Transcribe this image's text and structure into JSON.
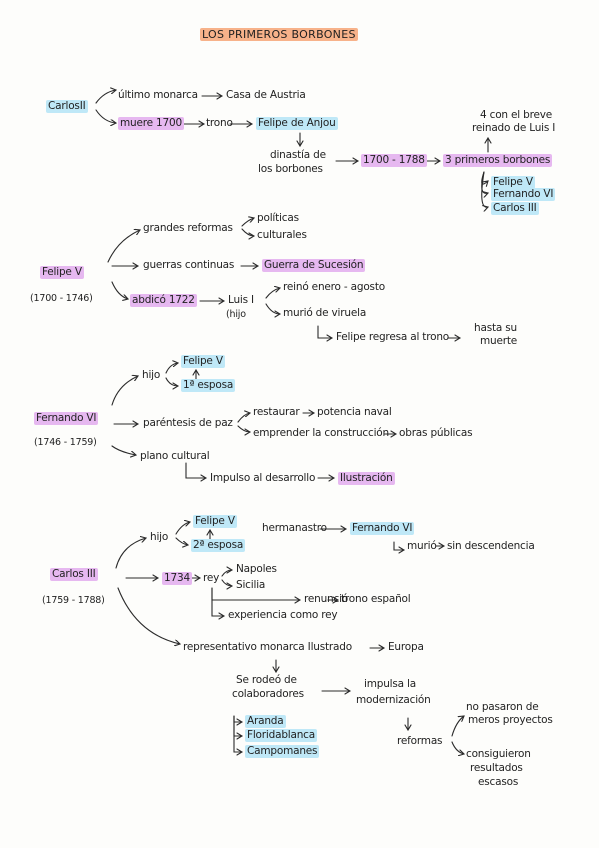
{
  "title": "LOS PRIMEROS BORBONES",
  "colors": {
    "orange": "#f7b28a",
    "blue": "#bfe8f7",
    "pink": "#e6b8f0"
  },
  "carlos2": {
    "name": "CarlosII",
    "ultimo": "último monarca",
    "casa": "Casa de Austria",
    "muere": "muere 1700",
    "trono": "trono",
    "felipe_anjou": "Felipe de Anjou",
    "dinastia1": "dinastía de",
    "dinastia2": "los borbones",
    "periodo": "1700 - 1788",
    "tres": "3 primeros borbones",
    "breve1": "4 con el breve",
    "breve2": "reinado de Luis I",
    "reyes": [
      "Felipe V",
      "Fernando VI",
      "Carlos III"
    ]
  },
  "felipe5": {
    "name": "Felipe V",
    "dates": "(1700 - 1746)",
    "reformas": "grandes reformas",
    "politicas": "políticas",
    "culturales": "culturales",
    "guerras": "guerras continuas",
    "guerra_sucesion": "Guerra de Sucesión",
    "abdico": "abdicó 1722",
    "luis": "Luis I",
    "hijo": "(hijo",
    "reino": "reinó enero - agosto",
    "murio": "murió de viruela",
    "regresa": "Felipe regresa al trono",
    "hasta1": "hasta su",
    "hasta2": "muerte"
  },
  "fernando6": {
    "name": "Fernando VI",
    "dates": "(1746 - 1759)",
    "hijo": "hijo",
    "felipe": "Felipe V",
    "esposa": "1ª esposa",
    "parentesis": "paréntesis de paz",
    "restaurar": "restaurar",
    "potencia": "potencia naval",
    "emprender": "emprender la construcción",
    "obras": "obras públicas",
    "plano": "plano cultural",
    "impulso": "Impulso al desarrollo",
    "ilustracion": "Ilustración"
  },
  "carlos3": {
    "name": "Carlos III",
    "dates": "(1759 - 1788)",
    "hijo": "hijo",
    "felipe": "Felipe V",
    "esposa": "2ª esposa",
    "hermanastro": "hermanastro",
    "fernando": "Fernando VI",
    "murio": "murió",
    "sin": "sin descendencia",
    "anio": "1734",
    "rey": "rey",
    "napoles": "Napoles",
    "sicilia": "Sicilia",
    "renuncio": "renunció",
    "trono": "trono español",
    "experiencia": "experiencia como rey",
    "representativo": "representativo monarca Ilustrado",
    "europa": "Europa",
    "rodeo1": "Se rodeó de",
    "rodeo2": "colaboradores",
    "colaboradores": [
      "Aranda",
      "Floridablanca",
      "Campomanes"
    ],
    "impulsa1": "impulsa la",
    "impulsa2": "modernización",
    "reformas": "reformas",
    "nopasaron1": "no pasaron de",
    "nopasaron2": "meros proyectos",
    "consiguieron1": "consiguieron",
    "consiguieron2": "resultados",
    "consiguieron3": "escasos"
  }
}
